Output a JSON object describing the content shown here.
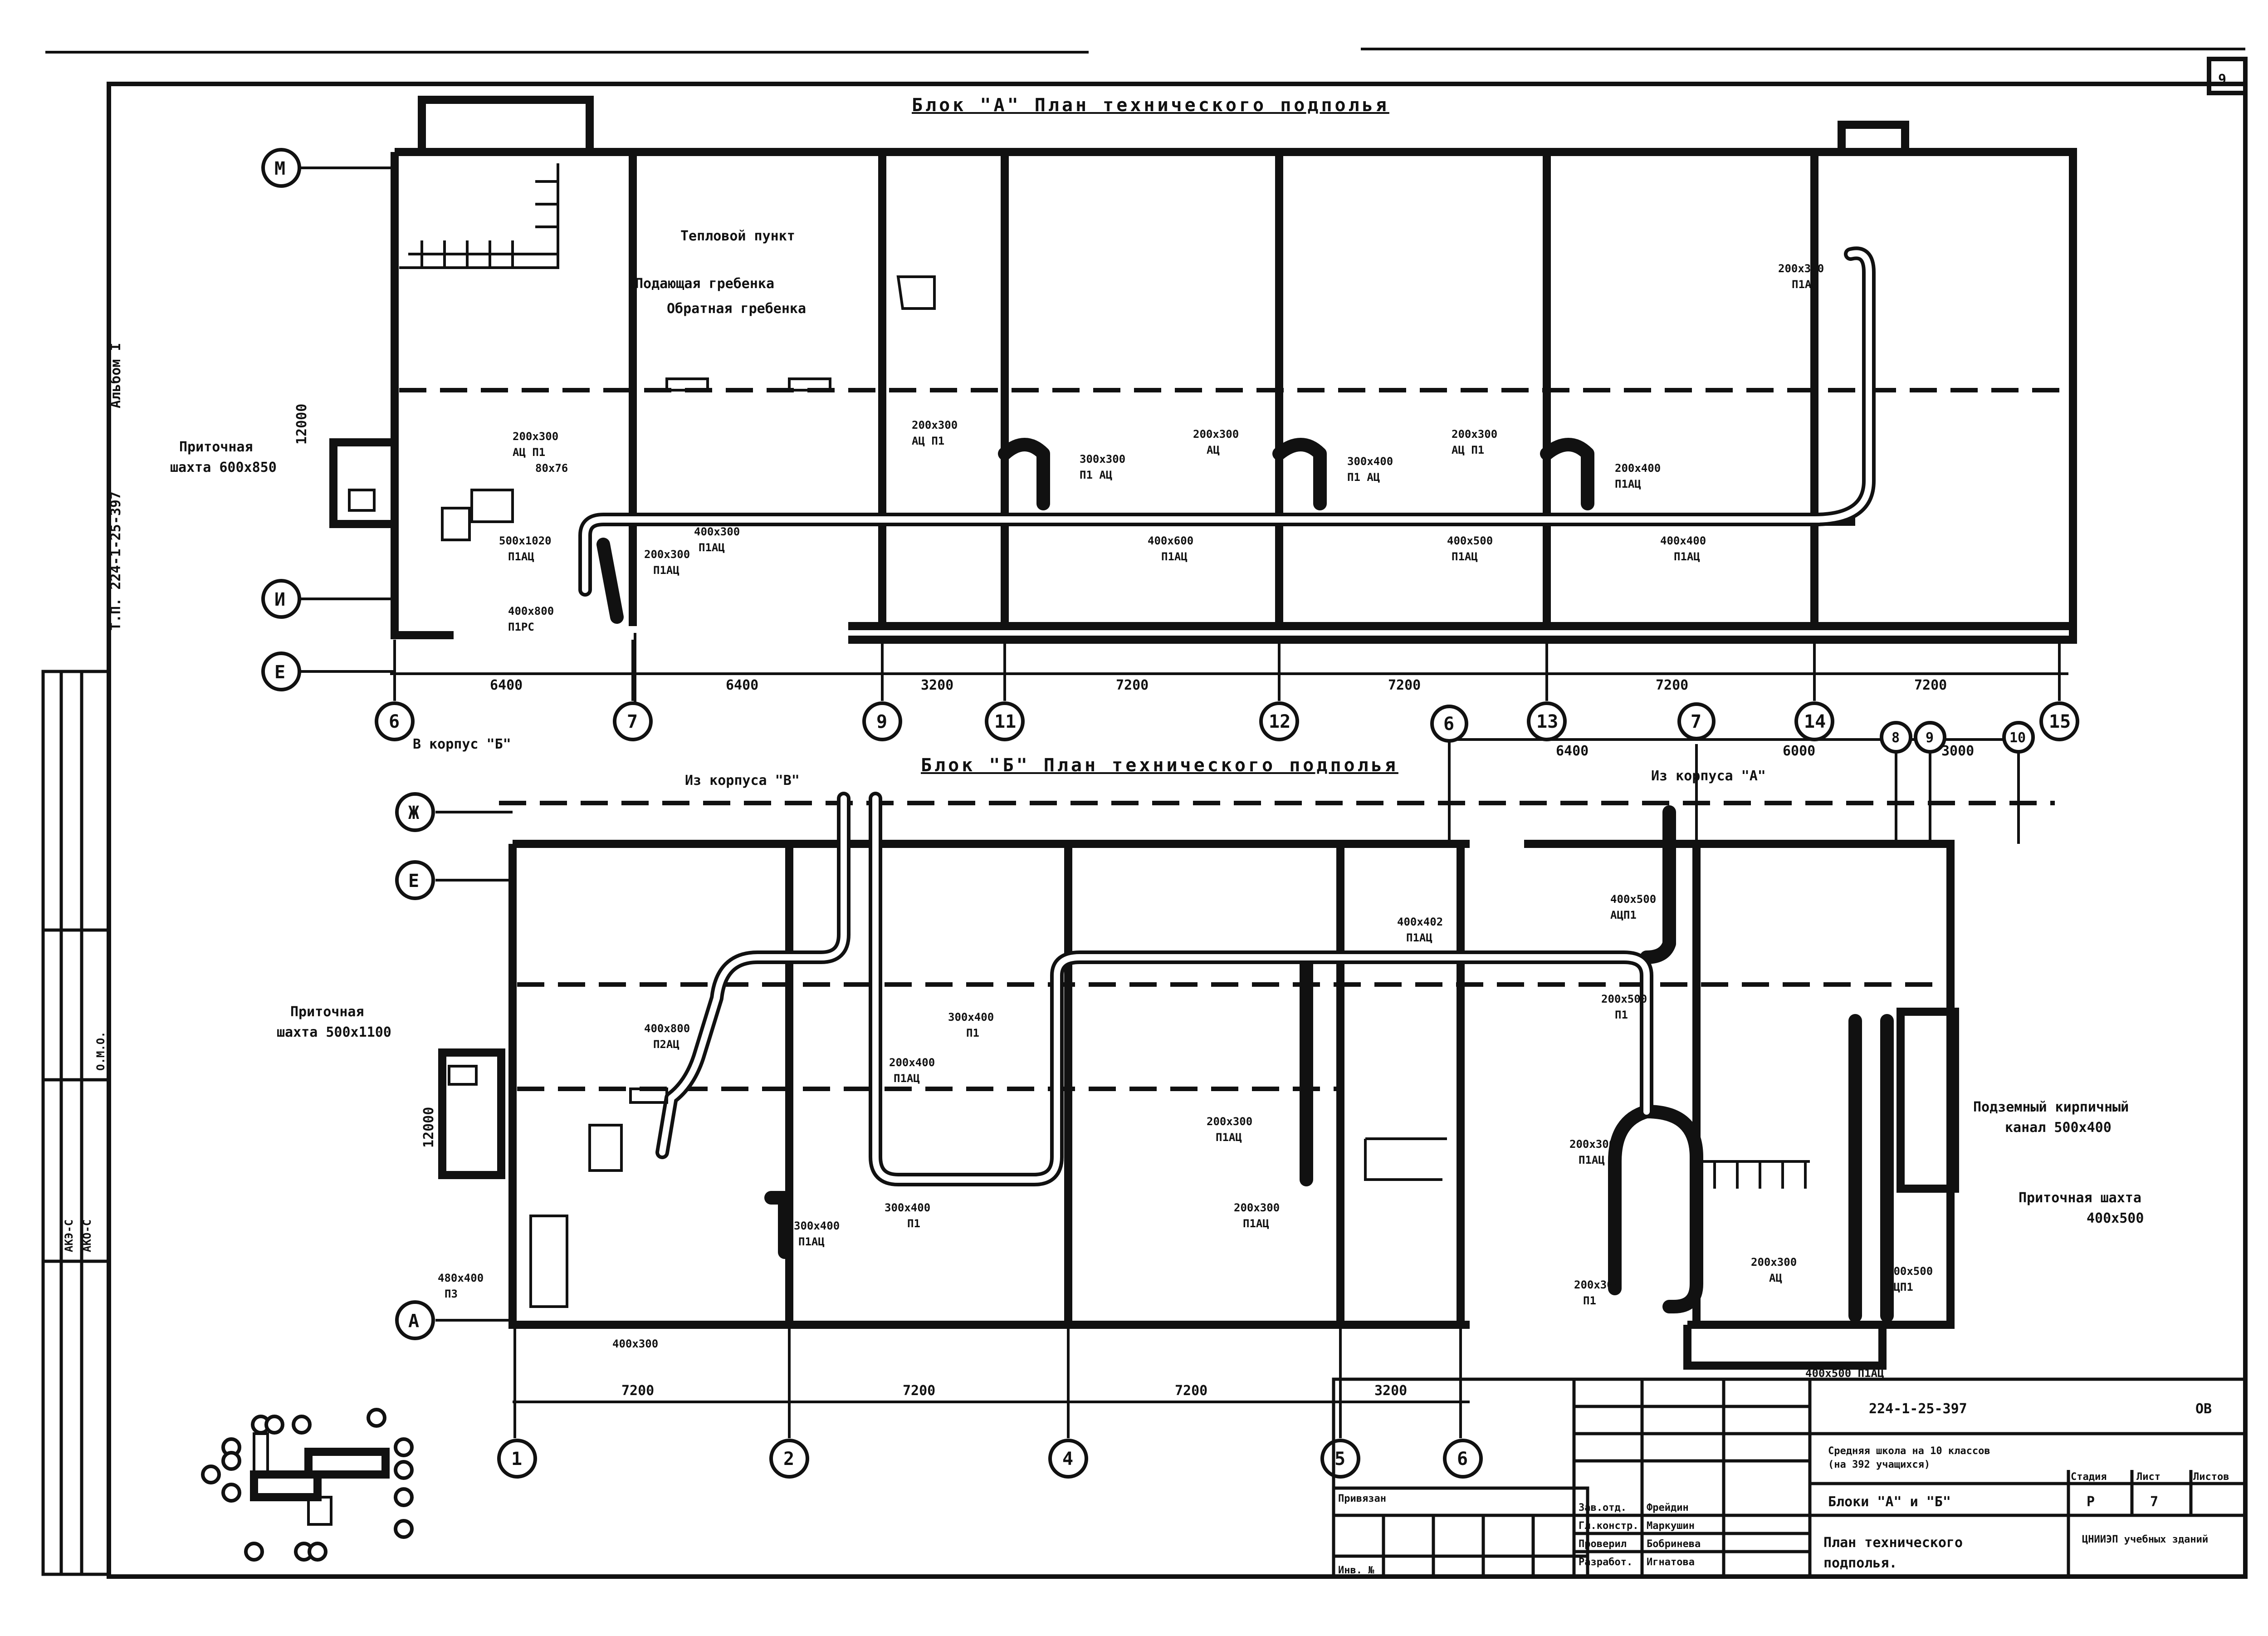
{
  "sheet_number": "9",
  "album_label": "Альбом I",
  "doc_code_vertical": "Т.П. 224-1-25-397",
  "block_a": {
    "title": "Блок \"А\" План технического подполья",
    "room_heat": "Тепловой пункт",
    "comb_supply": "Подающая гребенка",
    "comb_return": "Обратная гребенка",
    "supply_shaft_1": "Приточная",
    "supply_shaft_2": "шахта 600x850",
    "to_b_1": "В корпус \"Б\"",
    "dim_height": "12000",
    "duct_labels": [
      {
        "t1": "200x300",
        "t2": "П1АЦ"
      },
      {
        "t1": "200x300",
        "t2": "АЦ П1"
      },
      {
        "t1": "300x300",
        "t2": "П1 АЦ"
      },
      {
        "t1": "200x300",
        "t2": "АЦ"
      },
      {
        "t1": "300x400",
        "t2": "П1 АЦ"
      },
      {
        "t1": "200x300",
        "t2": "АЦ П1"
      },
      {
        "t1": "200x400",
        "t2": "П1АЦ"
      },
      {
        "t1": "200x300",
        "t2": "АЦ П1"
      },
      {
        "t1": "80x76",
        "t2": ""
      },
      {
        "t1": "400x300",
        "t2": "П1АЦ"
      },
      {
        "t1": "400x600",
        "t2": "П1АЦ"
      },
      {
        "t1": "400x500",
        "t2": "П1АЦ"
      },
      {
        "t1": "400x400",
        "t2": "П1АЦ"
      },
      {
        "t1": "500x1020",
        "t2": "П1АЦ"
      },
      {
        "t1": "200x300",
        "t2": "П1АЦ"
      },
      {
        "t1": "400x800",
        "t2": "П1РС"
      }
    ],
    "axes_left": [
      "М",
      "И",
      "Е"
    ],
    "axes_bottom": [
      "6",
      "7",
      "9",
      "11",
      "12",
      "13",
      "14",
      "15"
    ],
    "dims_bottom": [
      "6400",
      "6400",
      "3200",
      "7200",
      "7200",
      "7200",
      "7200"
    ]
  },
  "block_b": {
    "title": "Блок \"Б\" План технического подполья",
    "from_v": "Из корпуса \"В\"",
    "from_a": "Из корпуса \"А\"",
    "supply_shaft_1": "Приточная",
    "supply_shaft_2": "шахта 500x1100",
    "channel_1": "Подземный кирпичный",
    "channel_2": "канал 500x400",
    "shaft_r_1": "Приточная шахта",
    "shaft_r_2": "400x500",
    "dim_height": "12000",
    "duct_labels": [
      {
        "t1": "400x800",
        "t2": "П2АЦ"
      },
      {
        "t1": "300x400",
        "t2": "П1"
      },
      {
        "t1": "200x400",
        "t2": "П1АЦ"
      },
      {
        "t1": "300x400",
        "t2": "П1"
      },
      {
        "t1": "300x400",
        "t2": "П1АЦ"
      },
      {
        "t1": "400x402",
        "t2": "П1АЦ"
      },
      {
        "t1": "400x500",
        "t2": "АЦП1"
      },
      {
        "t1": "200x300",
        "t2": "П1АЦ"
      },
      {
        "t1": "200x300",
        "t2": "П1АЦ"
      },
      {
        "t1": "200x500",
        "t2": "П1"
      },
      {
        "t1": "200x300",
        "t2": "П1АЦ"
      },
      {
        "t1": "200x300",
        "t2": "П1"
      },
      {
        "t1": "200x300",
        "t2": "АЦ"
      },
      {
        "t1": "400x500",
        "t2": "АЦП1"
      },
      {
        "t1": "480x400",
        "t2": "П3"
      },
      {
        "t1": "400x300",
        "t2": ""
      },
      {
        "t1": "400x500 П1АЦ",
        "t2": ""
      }
    ],
    "axes_left": [
      "Ж",
      "Е",
      "А"
    ],
    "axes_bottom": [
      "1",
      "2",
      "4",
      "5",
      "6"
    ],
    "axes_top": [
      "6",
      "7",
      "8",
      "9",
      "10"
    ],
    "dims_bottom": [
      "7200",
      "7200",
      "7200",
      "3200"
    ],
    "dims_top": [
      "6400",
      "6000",
      "3000"
    ]
  },
  "title_block": {
    "code": "224-1-25-397",
    "sheet_code": "ОВ",
    "desc_1": "Средняя школа на 10 классов",
    "desc_2": "(на 392 учащихся)",
    "subject": "Блоки \"А\" и \"Б\"",
    "plan_1": "План технического",
    "plan_2": "подполья.",
    "stage_hdr": "Стадия",
    "sheet_hdr": "Лист",
    "sheets_hdr": "Листов",
    "stage": "Р",
    "sheet": "7",
    "org": "ЦНИИЭП учебных зданий",
    "bound": "Привязан",
    "inv": "Инв. №",
    "roles": [
      "Зав.отд.",
      "Гл.констр.",
      "Проверил",
      "Разработ."
    ],
    "names": [
      "Фрейдин",
      "Маркушин",
      "Бобринева",
      "Игнатова"
    ]
  },
  "left_strip": [
    "АКЭ-С",
    "АКО-С",
    "О.М.О."
  ]
}
